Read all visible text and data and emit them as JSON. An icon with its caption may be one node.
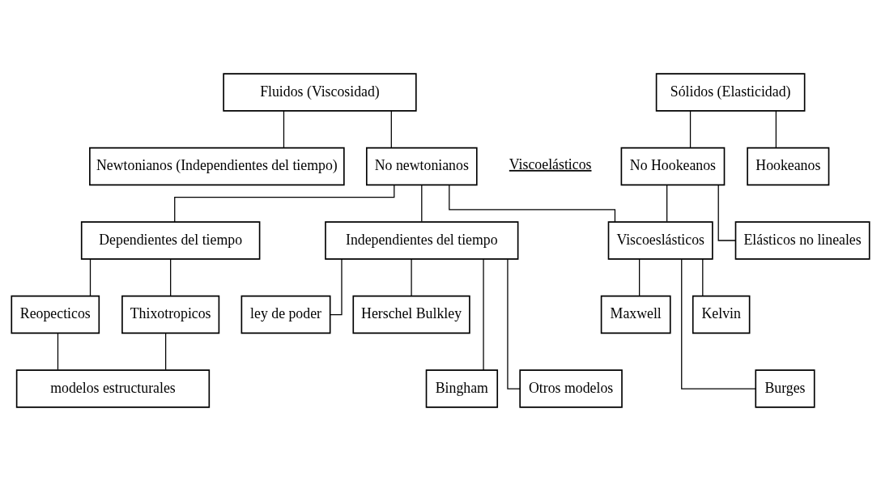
{
  "diagram": {
    "nodes": [
      {
        "text": [
          "Fluidos (Viscosidad)"
        ]
      },
      {
        "text": [
          "Sólidos (Elasticidad)"
        ]
      },
      {
        "text": [
          "Newtonianos (Independientes del tiempo)"
        ]
      },
      {
        "text": [
          "No newtonianos"
        ]
      },
      {
        "text": [
          "No Hookeanos"
        ]
      },
      {
        "text": [
          "Hookeanos"
        ]
      },
      {
        "text": [
          "Dependientes del tiempo"
        ]
      },
      {
        "text": [
          "Independientes del tiempo"
        ]
      },
      {
        "text": [
          "Viscoeslásticos"
        ]
      },
      {
        "text": [
          "Elásticos no lineales"
        ]
      },
      {
        "text": [
          "Reopecticos"
        ]
      },
      {
        "text": [
          "Thixotropicos"
        ]
      },
      {
        "text": [
          "ley de poder"
        ]
      },
      {
        "text": [
          "Herschel Bulkley"
        ]
      },
      {
        "text": [
          "Maxwell"
        ]
      },
      {
        "text": [
          "Kelvin"
        ]
      },
      {
        "text": [
          "modelos estructurales"
        ]
      },
      {
        "text": [
          "Bingham"
        ]
      },
      {
        "text": [
          "Otros modelos"
        ]
      },
      {
        "text": [
          "Burges"
        ]
      }
    ],
    "edges": [
      {
        "from": 0,
        "to": 2,
        "arrow": "none"
      },
      {
        "from": 0,
        "to": 3,
        "arrow": "none"
      },
      {
        "from": 1,
        "to": 4,
        "arrow": "none"
      },
      {
        "from": 1,
        "to": 5,
        "arrow": "none"
      },
      {
        "from": 3,
        "to": 6,
        "arrow": "none"
      },
      {
        "from": 3,
        "to": 7,
        "arrow": "none"
      },
      {
        "from": 3,
        "to": 8,
        "arrow": "none"
      },
      {
        "from": 4,
        "to": 8,
        "arrow": "none"
      },
      {
        "from": 4,
        "to": 9,
        "arrow": "none"
      },
      {
        "from": 6,
        "to": 10,
        "arrow": "none"
      },
      {
        "from": 6,
        "to": 11,
        "arrow": "none"
      },
      {
        "from": 10,
        "to": 16,
        "arrow": "none"
      },
      {
        "from": 11,
        "to": 16,
        "arrow": "none"
      },
      {
        "from": 7,
        "to": 12,
        "arrow": "none"
      },
      {
        "from": 7,
        "to": 17,
        "arrow": "none"
      },
      {
        "from": 7,
        "to": 13,
        "arrow": "none"
      },
      {
        "from": 7,
        "to": 18,
        "arrow": "none"
      },
      {
        "from": 8,
        "to": 14,
        "arrow": "none"
      },
      {
        "from": 8,
        "to": 19,
        "arrow": "none"
      },
      {
        "from": 8,
        "to": 15,
        "arrow": "none"
      }
    ],
    "labels": [
      "Viscoelásticos"
    ]
  }
}
